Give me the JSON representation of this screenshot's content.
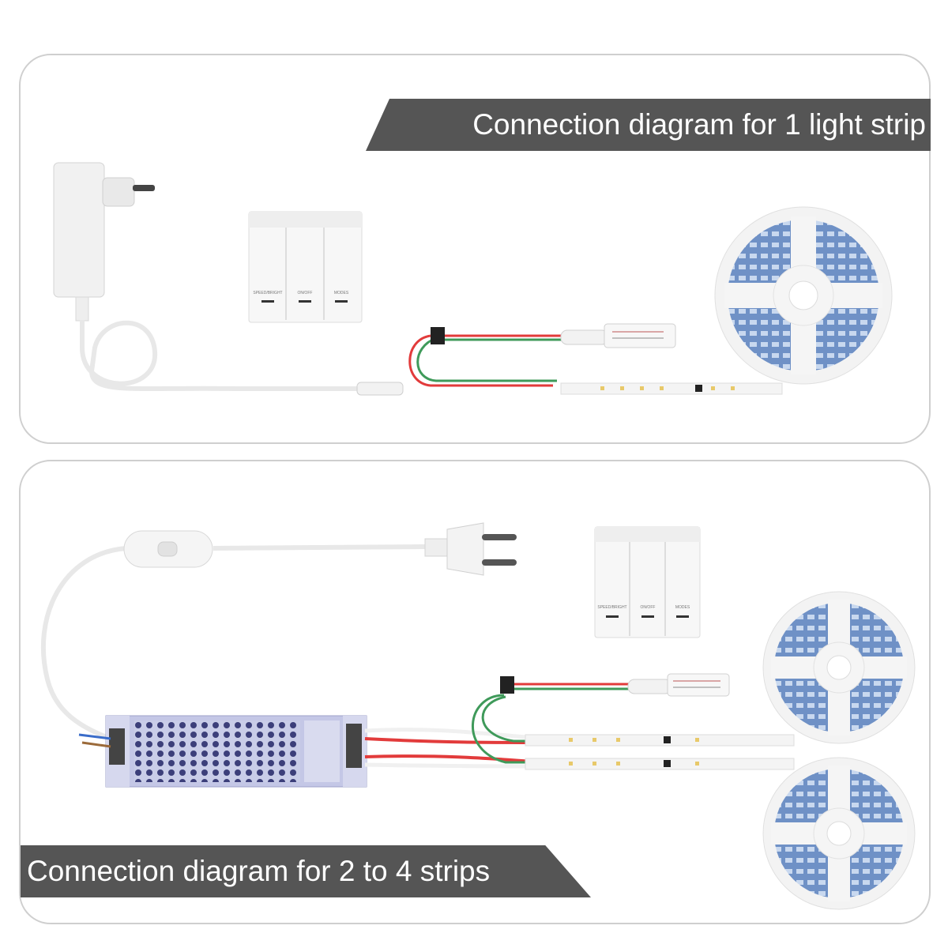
{
  "panels": {
    "top": {
      "title": "Connection diagram for 1 light strip"
    },
    "bottom": {
      "title": "Connection diagram for 2 to 4 strips"
    }
  },
  "remote": {
    "buttons": [
      "SPEED/BRIGHT",
      "ON/OFF",
      "MODES"
    ]
  },
  "colors": {
    "banner": "#555555",
    "wire_red": "#e23b3b",
    "wire_green": "#3f9a5a",
    "led_strip_blue": "#5a7fb8"
  },
  "icons": [
    "power-adapter-icon",
    "remote-control-icon",
    "led-reel-icon",
    "controller-icon",
    "power-supply-icon",
    "plug-icon",
    "inline-switch-icon"
  ]
}
